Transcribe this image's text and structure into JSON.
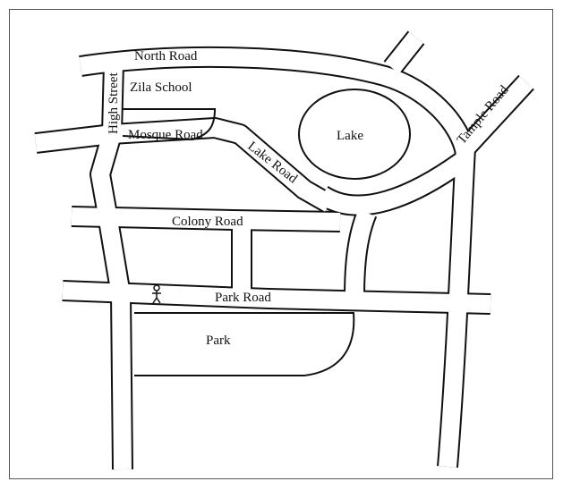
{
  "map": {
    "roads": {
      "north": "North Road",
      "high_street": "High Street",
      "mosque": "Mosque Road",
      "lake_road": "Lake Road",
      "temple": "Tample Road",
      "colony": "Colony Road",
      "park_road": "Park Road"
    },
    "places": {
      "school": "Zila School",
      "lake": "Lake",
      "park": "Park"
    },
    "markers": {
      "person": "person-icon"
    }
  }
}
